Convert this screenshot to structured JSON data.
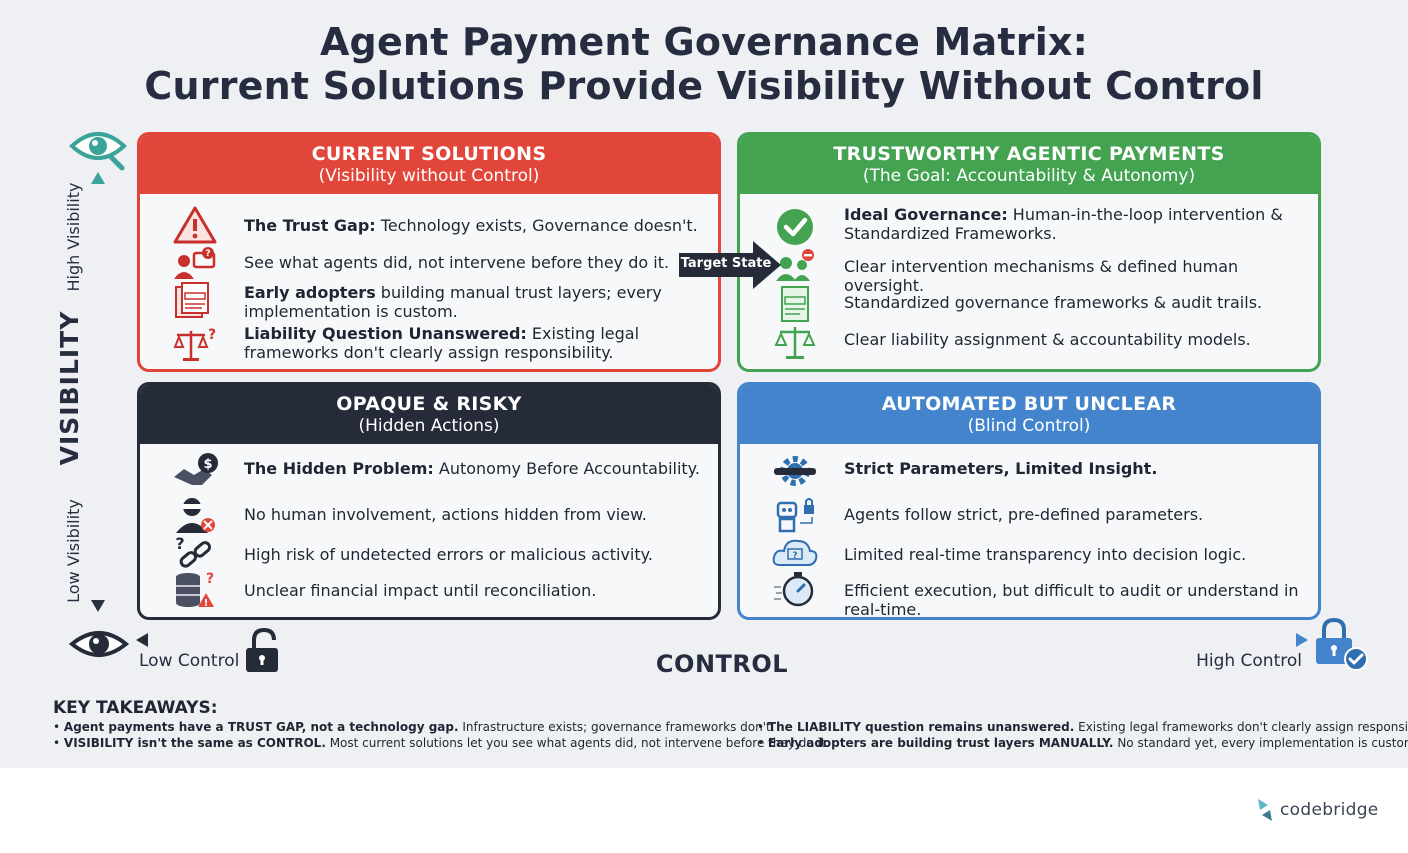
{
  "title": {
    "line1": "Agent Payment Governance Matrix:",
    "line2": "Current Solutions Provide Visibility Without Control"
  },
  "axes": {
    "y_title": "VISIBILITY",
    "y_high": "High Visibility",
    "y_low": "Low Visibility",
    "x_title": "CONTROL",
    "x_low": "Low Control",
    "x_high": "High Control"
  },
  "target_label": "Target State",
  "quadrants": {
    "top_left": {
      "heading": "CURRENT SOLUTIONS",
      "subheading": "(Visibility without Control)",
      "color": "#e2463a",
      "items": [
        {
          "icon": "warning-triangle-icon",
          "bold": "The Trust Gap:",
          "text": " Technology exists, Governance doesn't."
        },
        {
          "icon": "user-monitor-icon",
          "bold": "",
          "text": "See what agents did, not intervene before they do it."
        },
        {
          "icon": "manual-documents-icon",
          "bold": "Early adopters",
          "text": " building manual trust layers; every implementation is custom."
        },
        {
          "icon": "scales-question-icon",
          "bold": "Liability Question Unanswered:",
          "text": " Existing legal frameworks don't clearly assign responsibility."
        }
      ]
    },
    "top_right": {
      "heading": "TRUSTWORTHY AGENTIC PAYMENTS",
      "subheading": "(The Goal: Accountability & Autonomy)",
      "color": "#43a350",
      "items": [
        {
          "icon": "check-circle-icon",
          "bold": "Ideal Governance:",
          "text": " Human-in-the-loop intervention & Standardized Frameworks."
        },
        {
          "icon": "human-oversight-icon",
          "bold": "",
          "text": "Clear intervention mechanisms & defined human oversight."
        },
        {
          "icon": "standard-document-icon",
          "bold": "",
          "text": "Standardized governance frameworks & audit trails."
        },
        {
          "icon": "scales-icon",
          "bold": "",
          "text": "Clear liability assignment & accountability models."
        }
      ]
    },
    "bottom_left": {
      "heading": "OPAQUE & RISKY",
      "subheading": "(Hidden Actions)",
      "color": "#262b3a",
      "items": [
        {
          "icon": "handshake-money-icon",
          "bold": "The Hidden Problem:",
          "text": " Autonomy Before Accountability."
        },
        {
          "icon": "masked-agent-icon",
          "bold": "",
          "text": "No human involvement, actions hidden from view."
        },
        {
          "icon": "broken-link-icon",
          "bold": "",
          "text": "High risk of undetected errors or malicious activity."
        },
        {
          "icon": "database-warning-icon",
          "bold": "",
          "text": "Unclear financial impact until reconciliation."
        }
      ]
    },
    "bottom_right": {
      "heading": "AUTOMATED BUT UNCLEAR",
      "subheading": "(Blind Control)",
      "color": "#4384cc",
      "items": [
        {
          "icon": "gear-blindfold-icon",
          "bold": "Strict Parameters, Limited Insight.",
          "text": ""
        },
        {
          "icon": "robot-lock-icon",
          "bold": "",
          "text": "Agents follow strict, pre-defined parameters."
        },
        {
          "icon": "cloud-question-icon",
          "bold": "",
          "text": "Limited real-time transparency into decision logic."
        },
        {
          "icon": "stopwatch-icon",
          "bold": "",
          "text": "Efficient execution, but difficult to audit or understand in real-time."
        }
      ]
    }
  },
  "takeaways": {
    "heading": "KEY TAKEAWAYS:",
    "items": [
      {
        "bold": "Agent payments have a TRUST GAP, not a technology gap.",
        "text": " Infrastructure exists; governance frameworks don't."
      },
      {
        "bold": "VISIBILITY isn't the same as CONTROL.",
        "text": " Most current solutions let you see what agents did, not intervene before they do it."
      },
      {
        "bold": "The LIABILITY question remains unanswered.",
        "text": " Existing legal frameworks don't clearly assign responsibility."
      },
      {
        "bold": "Early adopters are building trust layers MANUALLY.",
        "text": " No standard yet, every implementation is custom."
      }
    ]
  },
  "brand": {
    "name": "codebridge"
  }
}
